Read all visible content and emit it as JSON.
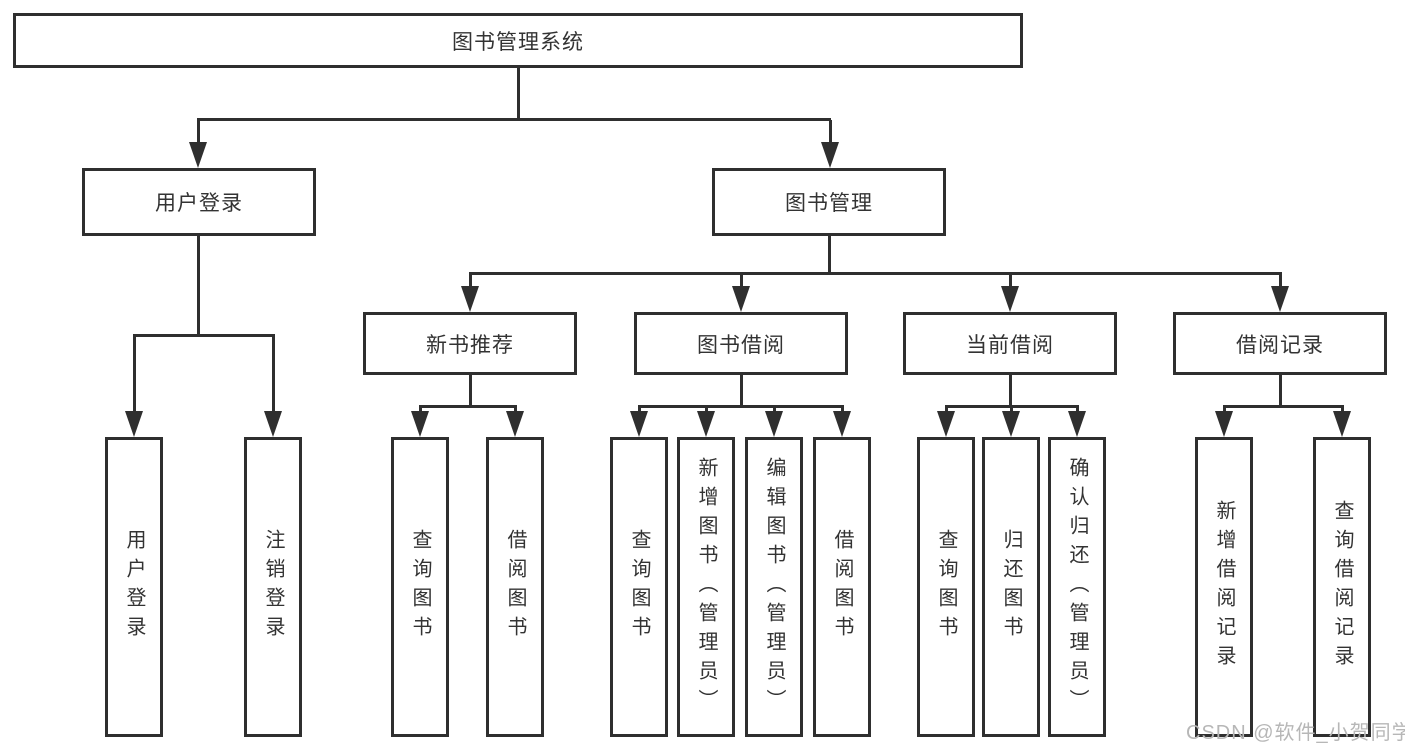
{
  "page": {
    "background": "#ffffff"
  },
  "colors": {
    "line": "#2f2f2f",
    "text": "#333333",
    "watermark": "#b7b7b7"
  },
  "watermark": {
    "text": "CSDN @软件_小贺同学"
  },
  "nodes": {
    "root": {
      "label": "图书管理系统"
    },
    "userLogin": {
      "label": "用户登录"
    },
    "bookMgmt": {
      "label": "图书管理"
    },
    "newBook": {
      "label": "新书推荐"
    },
    "bookBorrow": {
      "label": "图书借阅"
    },
    "currentBorrow": {
      "label": "当前借阅"
    },
    "borrowRecords": {
      "label": "借阅记录"
    },
    "loginLeaf": {
      "label": "用户登录"
    },
    "logoutLeaf": {
      "label": "注销登录"
    },
    "newbookQuery": {
      "label": "查询图书"
    },
    "newbookBorrow": {
      "label": "借阅图书"
    },
    "borrowQuery": {
      "label": "查询图书"
    },
    "borrowAdd": {
      "label": "新增图书（管理员）"
    },
    "borrowEdit": {
      "label": "编辑图书（管理员）"
    },
    "borrowBorrow": {
      "label": "借阅图书"
    },
    "currentQuery": {
      "label": "查询图书"
    },
    "currentReturn": {
      "label": "归还图书"
    },
    "currentConfirm": {
      "label": "确认归还（管理员）"
    },
    "recordsAdd": {
      "label": "新增借阅记录"
    },
    "recordsQuery": {
      "label": "查询借阅记录"
    }
  },
  "hierarchy": {
    "图书管理系统": {
      "用户登录": [
        "用户登录",
        "注销登录"
      ],
      "图书管理": {
        "新书推荐": [
          "查询图书",
          "借阅图书"
        ],
        "图书借阅": [
          "查询图书",
          "新增图书（管理员）",
          "编辑图书（管理员）",
          "借阅图书"
        ],
        "当前借阅": [
          "查询图书",
          "归还图书",
          "确认归还（管理员）"
        ],
        "借阅记录": [
          "新增借阅记录",
          "查询借阅记录"
        ]
      }
    }
  }
}
